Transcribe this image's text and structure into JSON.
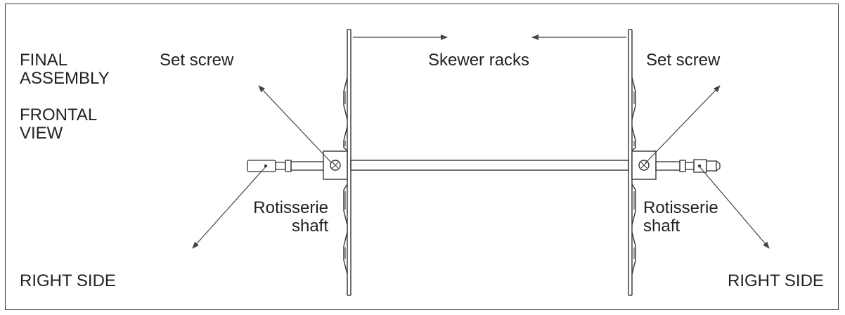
{
  "labels": {
    "title_line1": "FINAL",
    "title_line2": "ASSEMBLY",
    "view_line1": "FRONTAL",
    "view_line2": "VIEW",
    "bottom_left": "RIGHT SIDE",
    "bottom_right": "RIGHT SIDE",
    "set_screw_left": "Set screw",
    "set_screw_right": "Set screw",
    "skewer_racks": "Skewer racks",
    "shaft_left_line1": "Rotisserie",
    "shaft_left_line2": "shaft",
    "shaft_right_line1": "Rotisserie",
    "shaft_right_line2": "shaft"
  },
  "colors": {
    "line": "#333333",
    "text": "#222222",
    "background": "#ffffff"
  }
}
